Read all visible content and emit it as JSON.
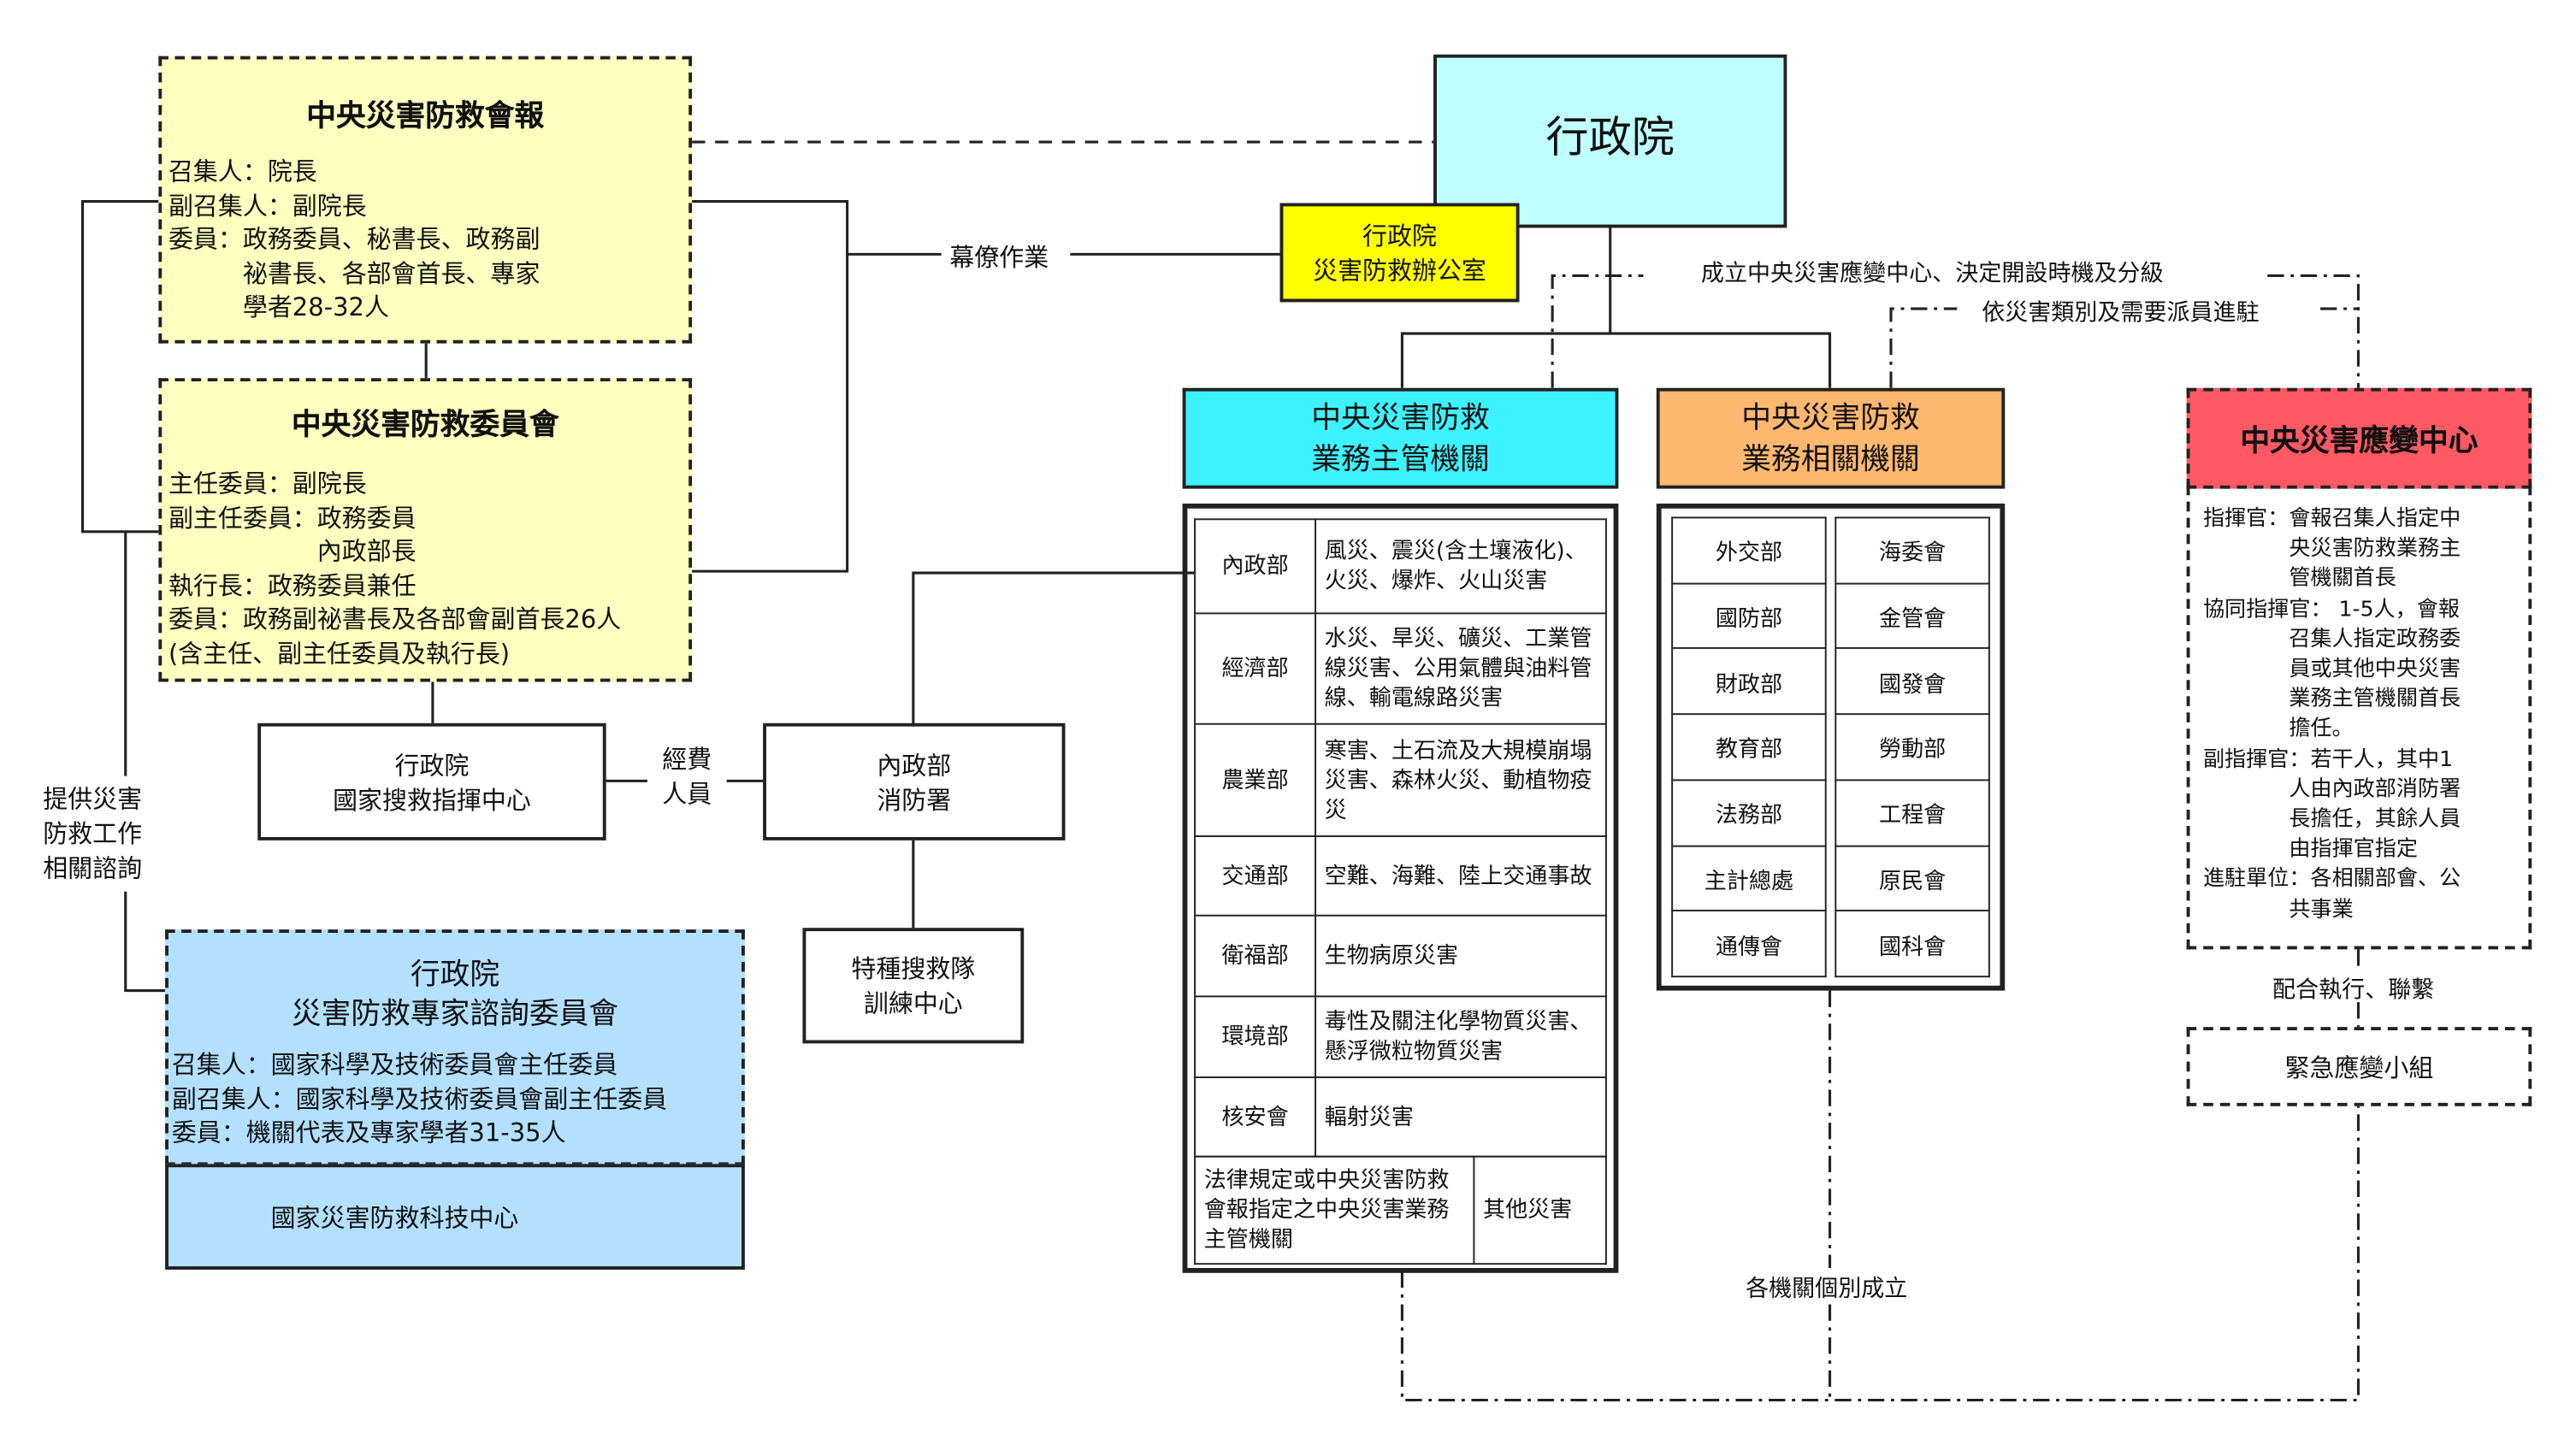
{
  "council": {
    "title": "中央災害防救會報",
    "lines": [
      "召集人：院長",
      "副召集人：副院長",
      "委員：政務委員、秘書長、政務副",
      "　　　祕書長、各部會首長、專家",
      "　　　學者28-32人"
    ]
  },
  "committee": {
    "title": "中央災害防救委員會",
    "lines": [
      "主任委員：副院長",
      "副主任委員：政務委員",
      "　　　　　　內政部長",
      "執行長：政務委員兼任",
      "委員：政務副祕書長及各部會副首長26人",
      "(含主任、副主任委員及執行長)"
    ]
  },
  "executive_yuan": "行政院",
  "office": {
    "line1": "行政院",
    "line2": "災害防救辦公室"
  },
  "staff_work": "幕僚作業",
  "rescue_center": {
    "line1": "行政院",
    "line2": "國家搜救指揮中心"
  },
  "funding": {
    "line1": "經費",
    "line2": "人員"
  },
  "fire_agency": {
    "line1": "內政部",
    "line2": "消防署"
  },
  "training_center": {
    "line1": "特種搜救隊",
    "line2": "訓練中心"
  },
  "consult_label": [
    "提供災害",
    "防救工作",
    "相關諮詢"
  ],
  "expert_committee": {
    "title1": "行政院",
    "title2": "災害防救專家諮詢委員會",
    "lines": [
      "召集人：國家科學及技術委員會主任委員",
      "副召集人：國家科學及技術委員會副主任委員",
      "委員：機關代表及專家學者31-35人"
    ],
    "footer": "國家災害防救科技中心"
  },
  "competent": {
    "title1": "中央災害防救",
    "title2": "業務主管機關",
    "color": "#3DF2FF",
    "rows": [
      {
        "dept": "內政部",
        "duty": "風災、震災(含土壤液化)、火災、爆炸、火山災害"
      },
      {
        "dept": "經濟部",
        "duty": "水災、旱災、礦災、工業管線災害、公用氣體與油料管線、輸電線路災害"
      },
      {
        "dept": "農業部",
        "duty": "寒害、土石流及大規模崩塌災害、森林火災、動植物疫災"
      },
      {
        "dept": "交通部",
        "duty": "空難、海難、陸上交通事故"
      },
      {
        "dept": "衛福部",
        "duty": "生物病原災害"
      },
      {
        "dept": "環境部",
        "duty": "毒性及關注化學物質災害、懸浮微粒物質災害"
      },
      {
        "dept": "核安會",
        "duty": "輻射災害"
      }
    ],
    "last": {
      "dept": "法律規定或中央災害防救會報指定之中央災害業務主管機關",
      "duty": "其他災害"
    }
  },
  "related": {
    "title1": "中央災害防救",
    "title2": "業務相關機關",
    "color": "#FFB870",
    "left": [
      "外交部",
      "國防部",
      "財政部",
      "教育部",
      "法務部",
      "主計總處",
      "通傳會"
    ],
    "right": [
      "海委會",
      "金管會",
      "國發會",
      "勞動部",
      "工程會",
      "原民會",
      "國科會"
    ]
  },
  "eoc": {
    "title": "中央災害應變中心",
    "color": "#FF5A64",
    "lines": [
      "指揮官：會報召集人指定中",
      "　　　　央災害防救業務主",
      "　　　　管機關首長",
      "協同指揮官： 1-5人，會報",
      "　　　　召集人指定政務委",
      "　　　　員或其他中央災害",
      "　　　　業務主管機關首長",
      "　　　　擔任。",
      "副指揮官：若干人，其中1",
      "　　　　人由內政部消防署",
      "　　　　長擔任，其餘人員",
      "　　　　由指揮官指定",
      "進駐單位：各相關部會、公",
      "　　　　共事業"
    ]
  },
  "eoc_setup": "成立中央災害應變中心、決定開設時機及分級",
  "dispatch": "依災害類別及需要派員進駐",
  "coordinate": "配合執行、聯繫",
  "emergency_team": "緊急應變小組",
  "each_agency": "各機關個別成立"
}
